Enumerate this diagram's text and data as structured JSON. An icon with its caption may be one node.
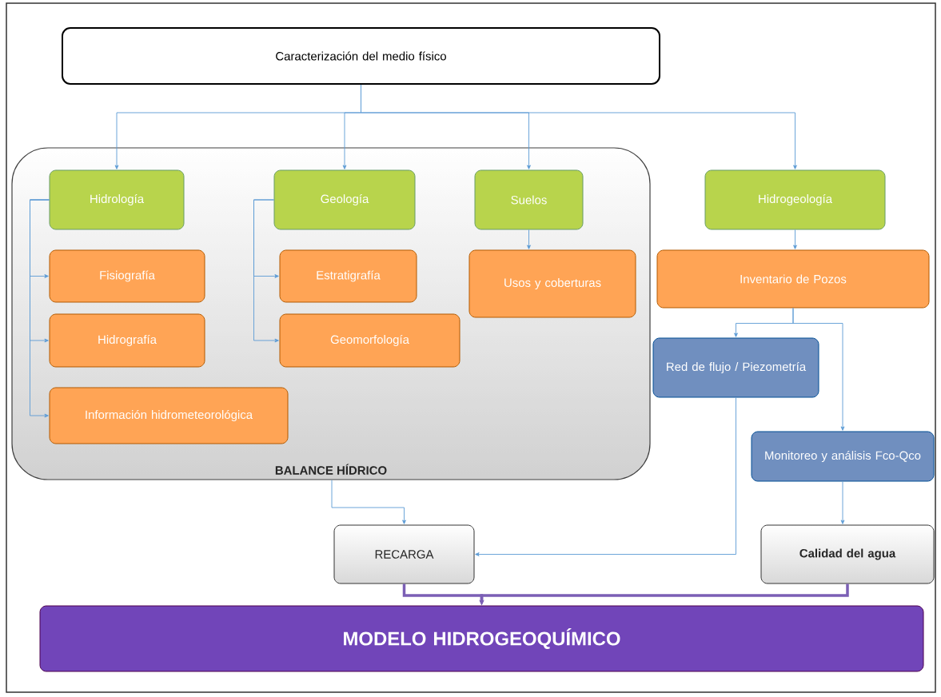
{
  "diagram": {
    "nodes": [
      {
        "text": [
          "Caracterización del medio físico"
        ]
      },
      {
        "text": [
          "BALANCE HÍDRICO"
        ]
      },
      {
        "text": [
          "Hidrología"
        ],
        "in": 1
      },
      {
        "text": [
          "Geología"
        ],
        "in": 1
      },
      {
        "text": [
          "Suelos"
        ],
        "in": 1
      },
      {
        "text": [
          "Hidrogeología"
        ]
      },
      {
        "text": [
          "Fisiografía"
        ],
        "in": 1
      },
      {
        "text": [
          "Hidrografía"
        ],
        "in": 1
      },
      {
        "text": [
          "Información hidrometeorológica"
        ],
        "in": 1
      },
      {
        "text": [
          "Estratigrafía"
        ],
        "in": 1
      },
      {
        "text": [
          "Geomorfología"
        ],
        "in": 1
      },
      {
        "text": [
          "Usos y coberturas"
        ],
        "in": 1
      },
      {
        "text": [
          "Inventario de Pozos"
        ]
      },
      {
        "text": [
          "Red de flujo / Piezometría"
        ]
      },
      {
        "text": [
          "Monitoreo y análisis Fco-Qco"
        ]
      },
      {
        "text": [
          "RECARGA"
        ]
      },
      {
        "text": [
          "Calidad del agua"
        ]
      },
      {
        "text": [
          "MODELO HIDROGEOQUÍMICO"
        ]
      }
    ],
    "edges": [
      {
        "from": 0,
        "to": 2,
        "arrow": "to"
      },
      {
        "from": 0,
        "to": 3,
        "arrow": "to"
      },
      {
        "from": 0,
        "to": 4,
        "arrow": "to"
      },
      {
        "from": 0,
        "to": 5,
        "arrow": "to"
      },
      {
        "from": 2,
        "to": 6,
        "arrow": "to"
      },
      {
        "from": 2,
        "to": 7,
        "arrow": "to"
      },
      {
        "from": 2,
        "to": 8,
        "arrow": "to"
      },
      {
        "from": 3,
        "to": 9,
        "arrow": "to"
      },
      {
        "from": 3,
        "to": 10,
        "arrow": "to"
      },
      {
        "from": 4,
        "to": 11,
        "arrow": "to"
      },
      {
        "from": 5,
        "to": 12,
        "arrow": "to"
      },
      {
        "from": 12,
        "to": 13,
        "arrow": "to"
      },
      {
        "from": 12,
        "to": 14,
        "arrow": "to"
      },
      {
        "from": 1,
        "to": 15,
        "arrow": "to"
      },
      {
        "from": 13,
        "to": 15,
        "arrow": "to"
      },
      {
        "from": 14,
        "to": 16,
        "arrow": "to"
      },
      {
        "from": 15,
        "to": 17,
        "arrow": "to",
        "style": "thick",
        "color": "#7b5fb5"
      },
      {
        "from": 16,
        "to": 17,
        "arrow": "to",
        "style": "thick",
        "color": "#7b5fb5"
      }
    ]
  }
}
